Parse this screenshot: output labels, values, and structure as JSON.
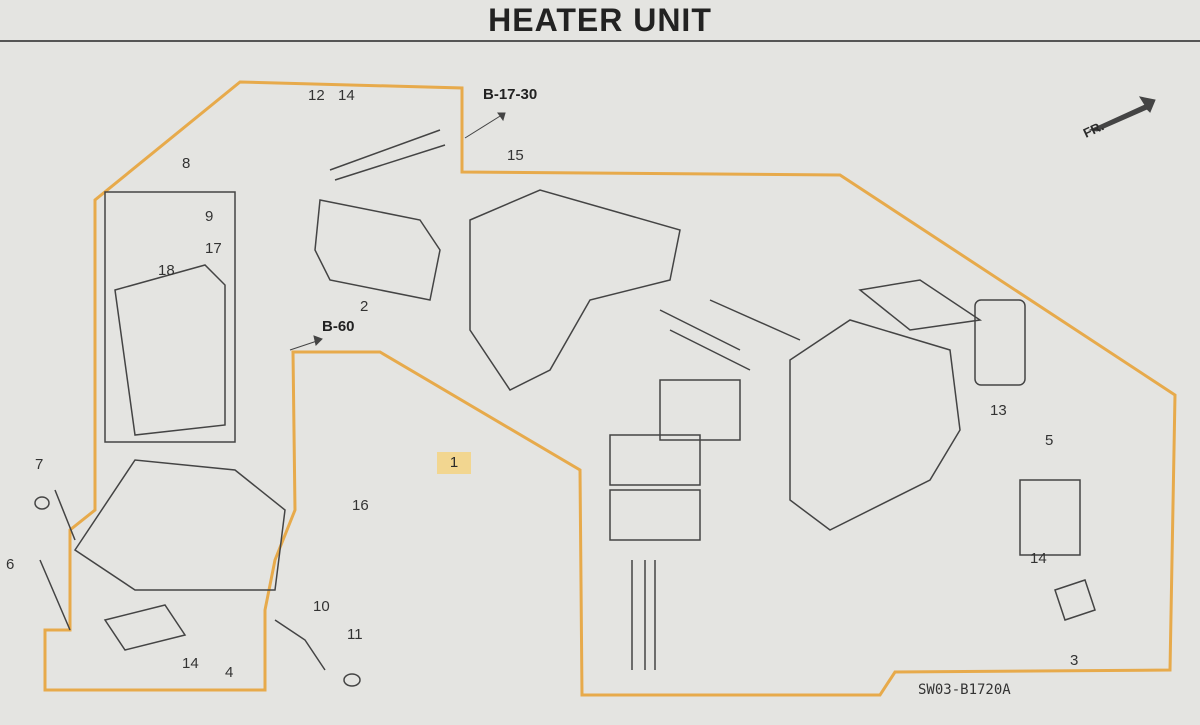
{
  "title": "HEATER UNIT",
  "references": {
    "top": "B-17-30",
    "middle": "B-60"
  },
  "front_marker": "FR.",
  "diagram_code": "SW03-B1720A",
  "part_labels": [
    "1",
    "2",
    "3",
    "4",
    "5",
    "6",
    "7",
    "8",
    "9",
    "10",
    "11",
    "12",
    "13",
    "14",
    "14",
    "14",
    "15",
    "16",
    "17",
    "18"
  ],
  "colors": {
    "outline": "#e8a030",
    "background": "#e4e4e1",
    "ink": "#333333",
    "highlight": "#f2d690"
  }
}
